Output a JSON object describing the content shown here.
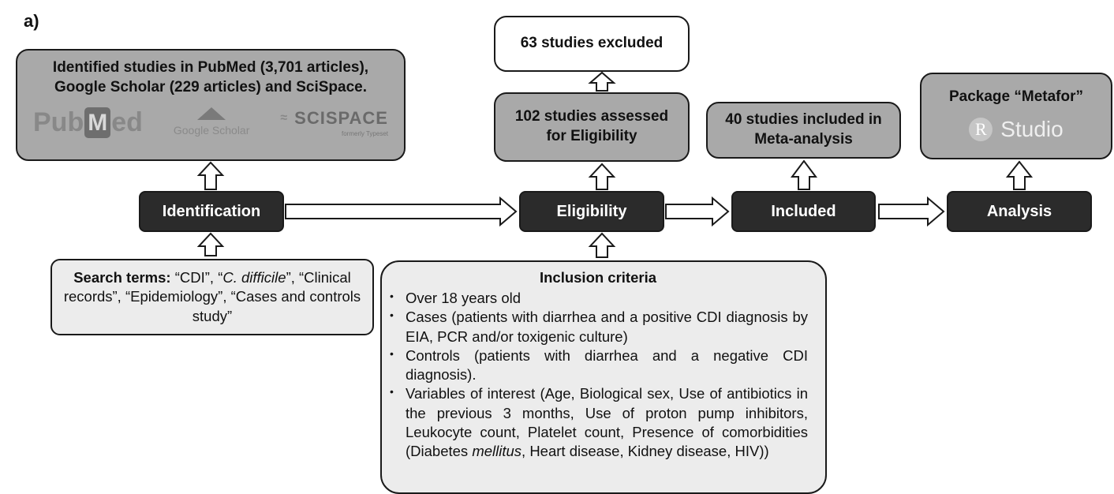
{
  "panel_label": "a)",
  "identified": {
    "line1": "Identified studies in PubMed (3,701 articles),",
    "line2": "Google Scholar (229 articles) and SciSpace.",
    "logo_pubmed_a": "Pub",
    "logo_pubmed_m": "M",
    "logo_pubmed_b": "ed",
    "logo_scholar": "Google Scholar",
    "logo_scispace": "SCISPACE",
    "logo_scispace_sub": "formerly Typeset"
  },
  "excluded": {
    "text": "63 studies excluded"
  },
  "assessed": {
    "line1": "102 studies assessed",
    "line2": "for Eligibility"
  },
  "included_meta": {
    "line1": "40 studies included in",
    "line2": "Meta-analysis"
  },
  "package": {
    "title": "Package “Metafor”",
    "logo_r": "R",
    "logo_studio": "Studio"
  },
  "stages": {
    "identification": "Identification",
    "eligibility": "Eligibility",
    "included": "Included",
    "analysis": "Analysis"
  },
  "search": {
    "label": "Search terms:",
    "t1": " “CDI”, “",
    "t2": "C. difficile",
    "t3": "”, “Clinical records”, “Epidemiology”, “Cases and controls study”"
  },
  "criteria": {
    "title": "Inclusion criteria",
    "item1": "Over 18 years old",
    "item2": "Cases (patients with diarrhea and a positive CDI diagnosis by EIA, PCR and/or toxigenic culture)",
    "item3": "Controls (patients with diarrhea and a negative CDI diagnosis).",
    "item4a": "Variables of interest (Age, Biological sex, Use of antibiotics in the previous 3 months, Use of proton pump inhibitors, Leukocyte count, Platelet count, Presence of comorbidities (Diabetes ",
    "item4b": "mellitus",
    "item4c": ", Heart disease, Kidney disease, HIV))"
  },
  "colors": {
    "box_gray": "#a9a9a9",
    "box_light": "#ececec",
    "box_dark": "#2b2b2b",
    "arrow_fill": "#ffffff",
    "outline": "#1a1a1a"
  }
}
